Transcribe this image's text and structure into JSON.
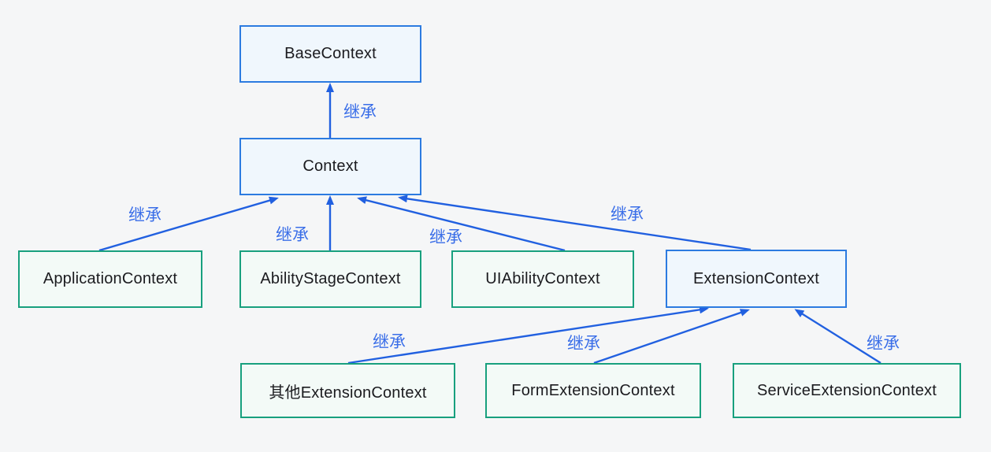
{
  "nodes": {
    "base": {
      "label": "BaseContext"
    },
    "context": {
      "label": "Context"
    },
    "application": {
      "label": "ApplicationContext"
    },
    "abilityStage": {
      "label": "AbilityStageContext"
    },
    "uiAbility": {
      "label": "UIAbilityContext"
    },
    "extension": {
      "label": "ExtensionContext"
    },
    "otherExtension": {
      "label": "其他ExtensionContext"
    },
    "formExtension": {
      "label": "FormExtensionContext"
    },
    "serviceExtension": {
      "label": "ServiceExtensionContext"
    }
  },
  "edges": [
    {
      "from": "Context",
      "to": "BaseContext",
      "label": "继承"
    },
    {
      "from": "ApplicationContext",
      "to": "Context",
      "label": "继承"
    },
    {
      "from": "AbilityStageContext",
      "to": "Context",
      "label": "继承"
    },
    {
      "from": "UIAbilityContext",
      "to": "Context",
      "label": "继承"
    },
    {
      "from": "ExtensionContext",
      "to": "Context",
      "label": "继承"
    },
    {
      "from": "其他ExtensionContext",
      "to": "ExtensionContext",
      "label": "继承"
    },
    {
      "from": "FormExtensionContext",
      "to": "ExtensionContext",
      "label": "继承"
    },
    {
      "from": "ServiceExtensionContext",
      "to": "ExtensionContext",
      "label": "继承"
    }
  ],
  "colors": {
    "background": "#f5f6f7",
    "arrow": "#2160e0",
    "edge_label": "#3a6ee8",
    "blue_node_border": "#2c7be0",
    "blue_node_fill": "#f0f7fd",
    "green_node_border": "#18a07e",
    "green_node_fill": "#f3faf7",
    "node_text": "#1b1b1f"
  }
}
